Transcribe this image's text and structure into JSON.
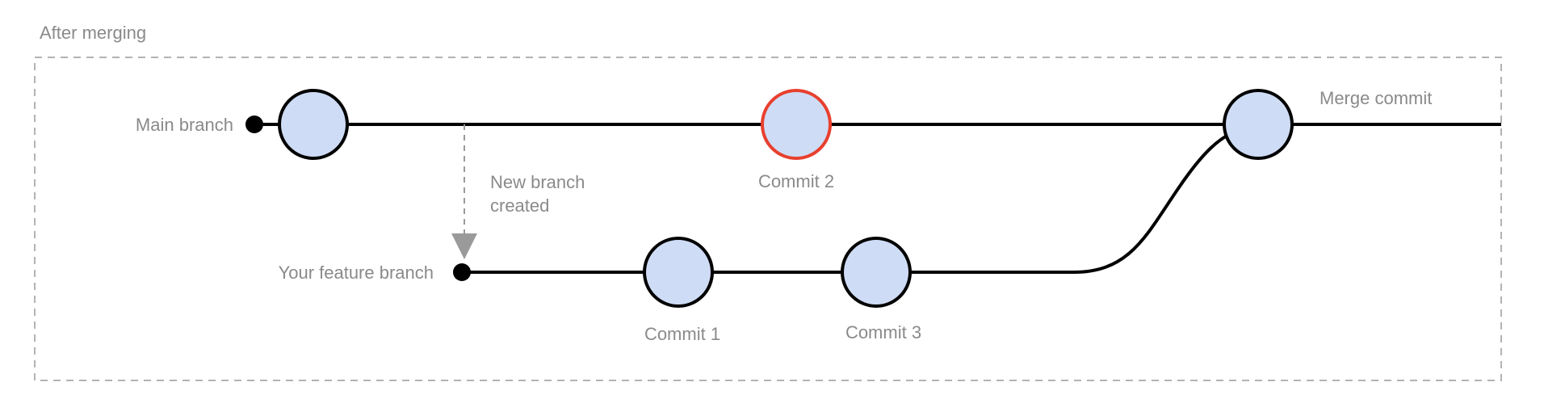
{
  "title": "After merging",
  "branches": {
    "main": "Main branch",
    "feature": "Your feature branch"
  },
  "annotations": {
    "new_branch_line1": "New branch",
    "new_branch_line2": "created"
  },
  "commits": [
    {
      "id": "c0",
      "label": "",
      "branch": "main",
      "highlight": false
    },
    {
      "id": "c2",
      "label": "Commit 2",
      "branch": "main",
      "highlight": true
    },
    {
      "id": "merge",
      "label": "Merge commit",
      "branch": "main",
      "highlight": false
    },
    {
      "id": "c1",
      "label": "Commit 1",
      "branch": "feature",
      "highlight": false
    },
    {
      "id": "c3",
      "label": "Commit 3",
      "branch": "feature",
      "highlight": false
    }
  ],
  "colors": {
    "node_fill": "#cfdcf5",
    "node_stroke": "#000000",
    "highlight_stroke": "#e8402f",
    "label_text": "#8a8a8a",
    "frame": "#b3b3b3"
  }
}
